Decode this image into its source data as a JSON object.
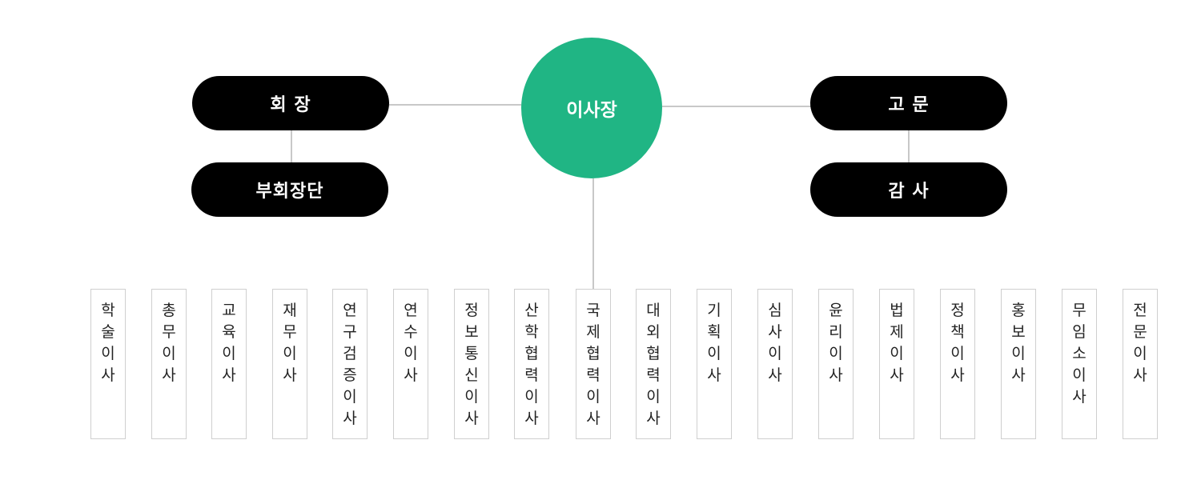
{
  "nodes": {
    "chairman": "회 장",
    "vice_chairs": "부회장단",
    "board_chair": "이사장",
    "advisor": "고 문",
    "auditor": "감 사"
  },
  "colors": {
    "pill_bg": "#000000",
    "center_circle": "#20b584",
    "connector": "#b5b5b5",
    "dept_border": "#cfcfcf"
  },
  "departments": [
    "학술이사",
    "총무이사",
    "교육이사",
    "재무이사",
    "연구검증이사",
    "연수이사",
    "정보통신이사",
    "산학협력이사",
    "국제협력이사",
    "대외협력이사",
    "기획이사",
    "심사이사",
    "윤리이사",
    "법제이사",
    "정책이사",
    "홍보이사",
    "무임소이사",
    "전문이사"
  ]
}
